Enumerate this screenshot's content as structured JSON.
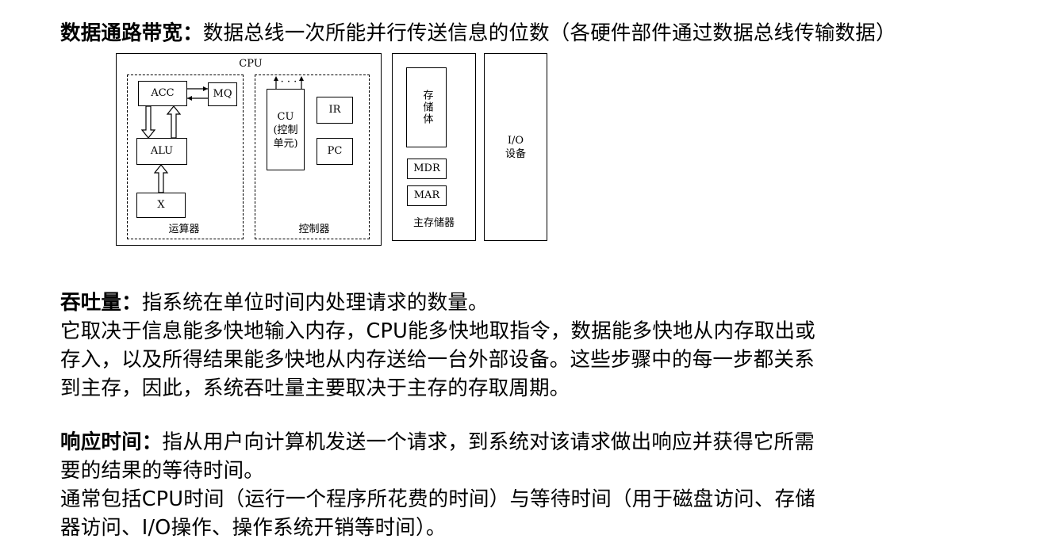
{
  "paragraphs": {
    "bandwidth": {
      "term": "数据通路带宽：",
      "text": "数据总线一次所能并行传送信息的位数（各硬件部件通过数据总线传输数据）"
    },
    "throughput": {
      "term": "吞吐量：",
      "line1": "指系统在单位时间内处理请求的数量。",
      "line2": "它取决于信息能多快地输入内存，CPU能多快地取指令，数据能多快地从内存取出或",
      "line3": "存入，以及所得结果能多快地从内存送给一台外部设备。这些步骤中的每一步都关系",
      "line4": "到主存，因此，系统吞吐量主要取决于主存的存取周期。"
    },
    "response_time": {
      "term": "响应时间：",
      "line1": "指从用户向计算机发送一个请求，到系统对该请求做出响应并获得它所需",
      "line2": "要的结果的等待时间。",
      "line3": "通常包括CPU时间（运行一个程序所花费的时间）与等待时间（用于磁盘访问、存储",
      "line4": "器访问、I/O操作、操作系统开销等时间）。"
    }
  },
  "diagram": {
    "cpu_label": "CPU",
    "acc": "ACC",
    "mq": "MQ",
    "alu": "ALU",
    "x": "X",
    "alu_unit_label": "运算器",
    "cu_line1": "CU",
    "cu_line2": "(控制",
    "cu_line3": "单元)",
    "dots": "· · ·",
    "ir": "IR",
    "pc": "PC",
    "control_unit_label": "控制器",
    "storage_body": "存储体",
    "mdr": "MDR",
    "mar": "MAR",
    "main_memory_label": "主存储器",
    "io_line1": "I/O",
    "io_line2": "设备"
  }
}
